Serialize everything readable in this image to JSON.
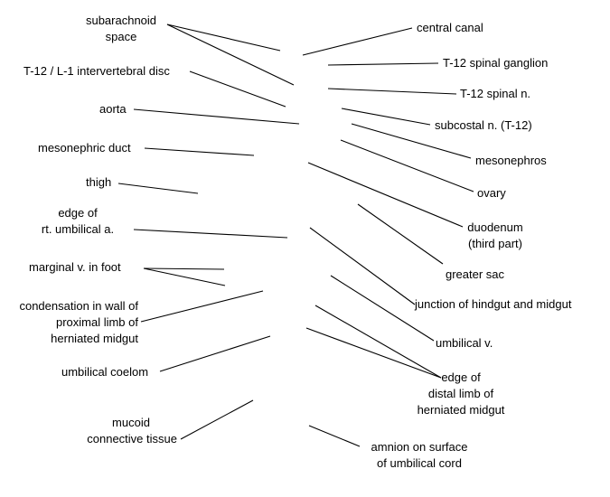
{
  "labels": {
    "subarachnoid_space": [
      "subarachnoid",
      "space"
    ],
    "disc": "T-12 / L-1 intervertebral disc",
    "aorta": "aorta",
    "mesonephric_duct": "mesonephric duct",
    "thigh": "thigh",
    "umbilical_artery_edge": [
      "edge of",
      "rt. umbilical a."
    ],
    "marginal_vein": "marginal v. in foot",
    "condensation": [
      "condensation in wall of",
      "proximal limb of",
      "herniated midgut"
    ],
    "umbilical_coelom": "umbilical coelom",
    "mucoid_tissue": [
      "mucoid",
      "connective tissue"
    ],
    "central_canal": "central canal",
    "spinal_ganglion": "T-12 spinal ganglion",
    "spinal_nerve": "T-12 spinal n.",
    "subcostal_nerve": "subcostal n. (T-12)",
    "mesonephros": "mesonephros",
    "ovary": "ovary",
    "duodenum": [
      "duodenum",
      "(third part)"
    ],
    "greater_sac": "greater sac",
    "hindgut_midgut_junction": "junction of hindgut and midgut",
    "umbilical_vein": "umbilical v.",
    "distal_limb_edge": [
      "edge of",
      "distal limb of",
      "herniated midgut"
    ],
    "amnion": [
      "amnion on surface",
      "of umbilical cord"
    ]
  }
}
